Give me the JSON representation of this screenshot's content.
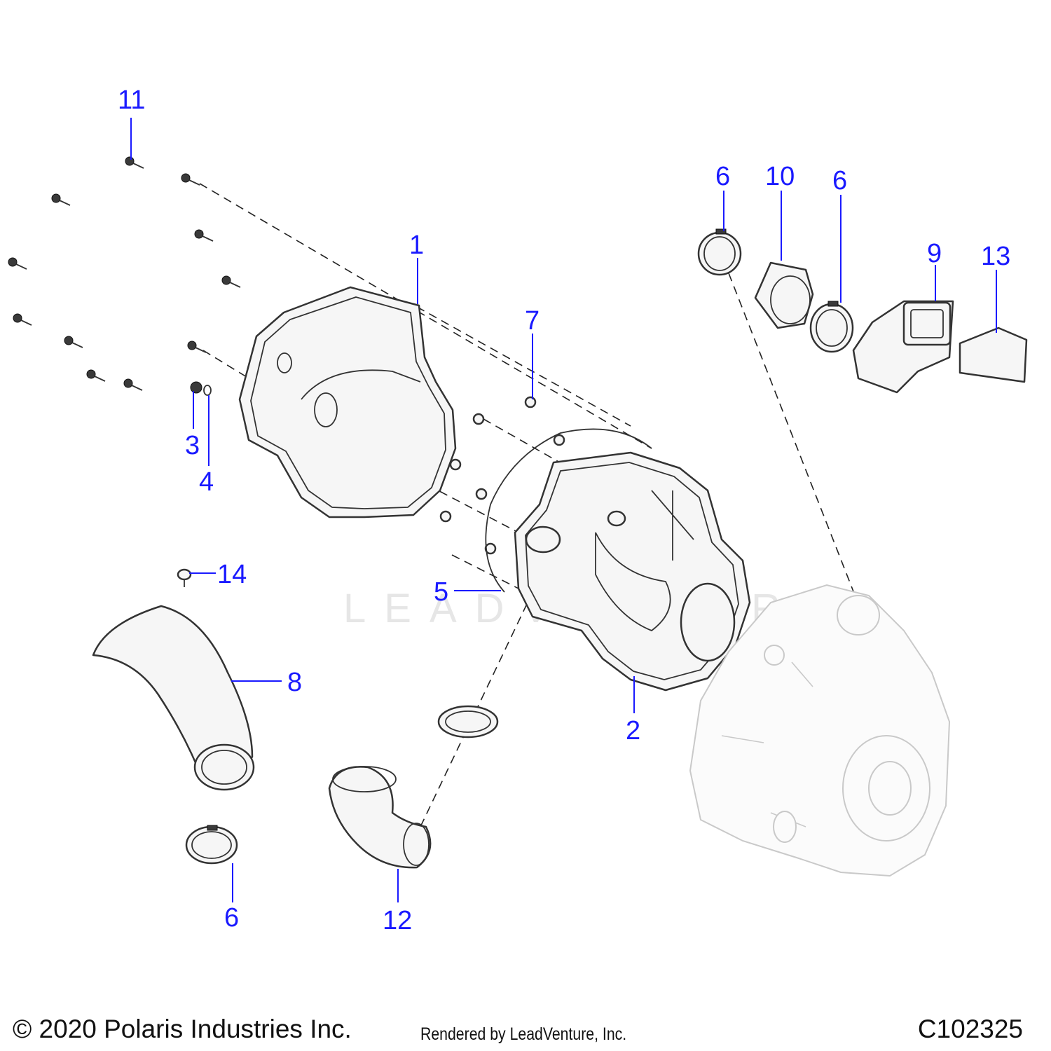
{
  "diagram": {
    "callouts": [
      {
        "label": "11"
      },
      {
        "label": "1"
      },
      {
        "label": "7"
      },
      {
        "label": "3"
      },
      {
        "label": "4"
      },
      {
        "label": "6"
      },
      {
        "label": "10"
      },
      {
        "label": "6"
      },
      {
        "label": "9"
      },
      {
        "label": "13"
      },
      {
        "label": "14"
      },
      {
        "label": "5"
      },
      {
        "label": "8"
      },
      {
        "label": "2"
      },
      {
        "label": "6"
      },
      {
        "label": "12"
      }
    ],
    "watermark": "LEADVENTURE"
  },
  "footer": {
    "copyright": "© 2020 Polaris Industries Inc.",
    "rendered_by": "Rendered by LeadVenture, Inc.",
    "drawing_id": "C102325"
  },
  "colors": {
    "callout": "#1a1aff",
    "line": "#333333",
    "background": "#ffffff"
  }
}
